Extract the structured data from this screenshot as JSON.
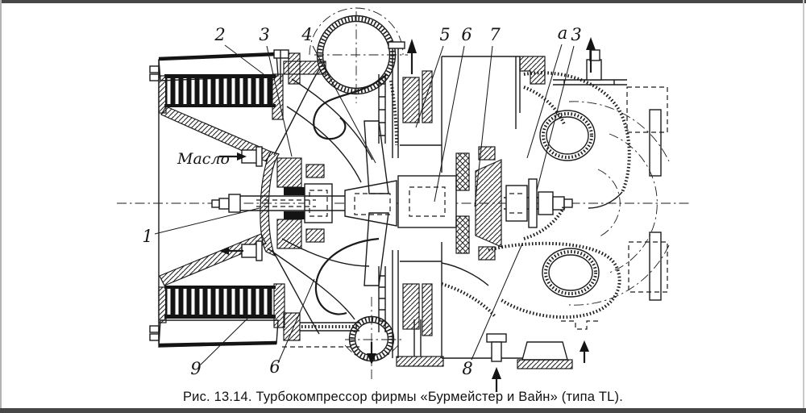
{
  "figure": {
    "caption": "Рис. 13.14. Турбокомпрессор фирмы «Бурмейстер и Вайн» (типа TL).",
    "oil_label": "Масло",
    "callouts": {
      "c1": "1",
      "c2": "2",
      "c3": "3",
      "c4": "4",
      "c5": "5",
      "c6_top": "6",
      "c7": "7",
      "ca": "a",
      "c3_right": "3",
      "c9": "9",
      "c6_bottom": "6",
      "c8": "8"
    },
    "colors": {
      "ink": "#1b1b1b",
      "paper": "#ffffff",
      "scan_bar": "#474747"
    }
  }
}
